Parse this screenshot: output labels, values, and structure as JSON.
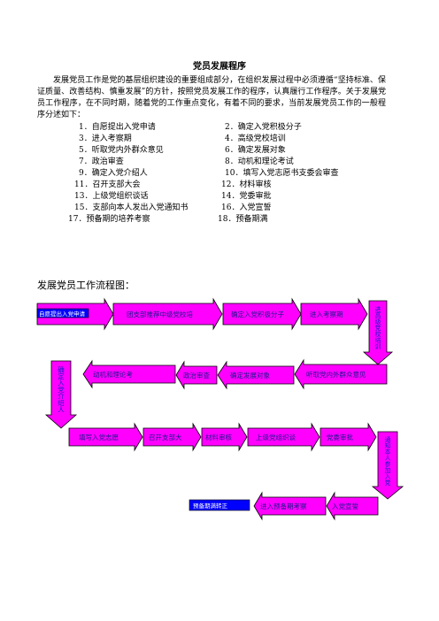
{
  "title": "党员发展程序",
  "intro": "发展党员工作是党的基层组织建设的重要组成部分，在组织发展过程中必须遵循“坚持标准、保证质量、改善结构、慎重发展”的方针，按照党员发展工作的程序，认真履行工作程序。关于发展党员工作程序，在不同时期，随着党的工作重点变化，有着不同的要求，当前发展党员工作的一般程序分述如下：",
  "steps": [
    "1．自愿提出入党申请",
    "2．确定入党积极分子",
    "3．进入考察期",
    "4．高级党校培训",
    "5．听取党内外群众意见",
    "6．确定发展对象",
    "7．政治审查",
    "8．动机和理论考试",
    "9．确定入党介绍人",
    "10．填写入党志愿书支委会审查",
    "11．召开支部大会",
    "12．材料审核",
    "13．上级党组织谈话",
    "14．党委审批",
    "15．支部向本人发出入党通知书",
    "16．入党宣誓",
    "17．预备期的培养考察",
    "18．预备期满"
  ],
  "flow_title": "发展党员工作流程图：",
  "flow": {
    "row1": [
      "自愿提出入党申请",
      "团支部推荐中级党校培",
      "确定入党积极分子",
      "进入考察期",
      "进高级党校培训"
    ],
    "row2": [
      "听取党内外群众意见",
      "确定发展对象",
      "政治审查",
      "动机和理论考",
      "确定入党介绍人"
    ],
    "row3": [
      "填写入党志愿",
      "召开支部大",
      "材料审核",
      "上级党组织谈",
      "党委审批",
      "通知本人参加入党"
    ],
    "row4": [
      "入党宣誓",
      "进入预备期考察",
      "预备期满转正"
    ]
  },
  "colors": {
    "arrow": "#ff00ff",
    "box": "#0000ff",
    "label": "#1a1a8c"
  }
}
